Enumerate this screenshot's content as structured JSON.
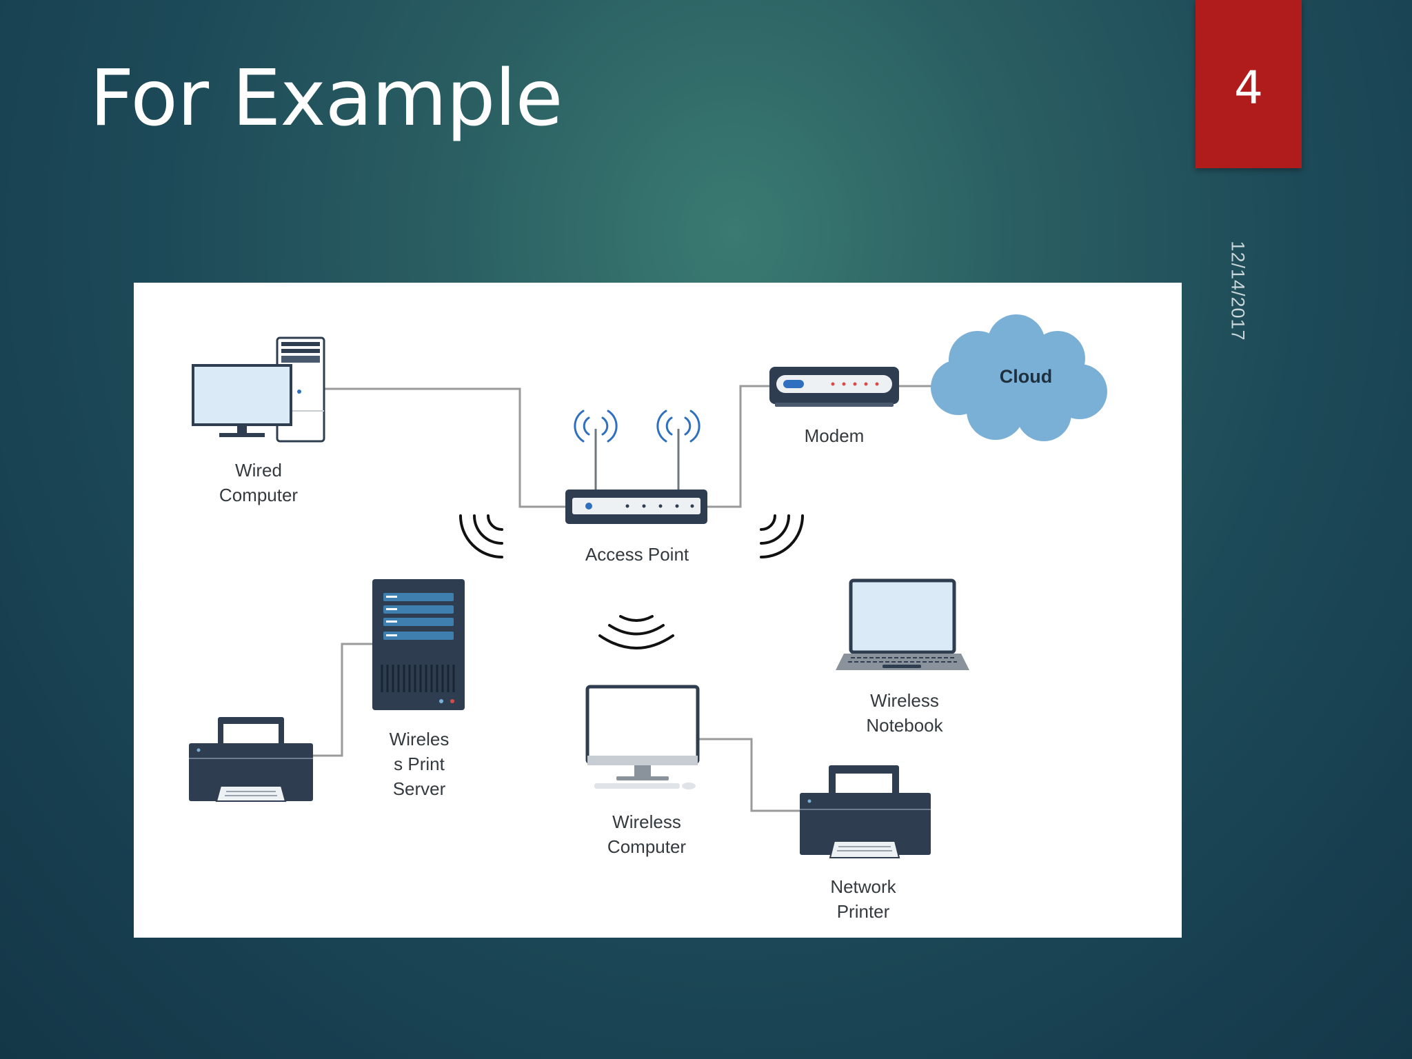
{
  "slide": {
    "title": "For Example",
    "number": "4",
    "date": "12/14/2017"
  },
  "colors": {
    "background": "#1d4a58",
    "number_badge": "#b01c1c",
    "device_dark": "#2f3d50",
    "device_blue": "#2e6fc0",
    "cloud": "#7ab0d6",
    "connector": "#999999"
  },
  "diagram": {
    "nodes": {
      "wired_computer": {
        "line1": "Wired",
        "line2": "Computer",
        "icon": "desktop-tower-icon"
      },
      "access_point": {
        "line1": "Access Point",
        "icon": "router-icon"
      },
      "modem": {
        "line1": "Modem",
        "icon": "modem-icon"
      },
      "cloud": {
        "line1": "Cloud",
        "icon": "cloud-icon"
      },
      "print_server": {
        "line1": "Wireles",
        "line2": "s Print",
        "line3": "Server",
        "icon": "server-icon"
      },
      "left_printer": {
        "icon": "printer-icon"
      },
      "wireless_computer": {
        "line1": "Wireless",
        "line2": "Computer",
        "icon": "monitor-icon"
      },
      "wireless_notebook": {
        "line1": "Wireless",
        "line2": "Notebook",
        "icon": "laptop-icon"
      },
      "network_printer": {
        "line1": "Network",
        "line2": "Printer",
        "icon": "printer-icon"
      }
    },
    "edges": [
      {
        "from": "wired_computer",
        "to": "access_point"
      },
      {
        "from": "access_point",
        "to": "modem"
      },
      {
        "from": "modem",
        "to": "cloud"
      },
      {
        "from": "left_printer",
        "to": "print_server"
      },
      {
        "from": "wireless_computer",
        "to": "network_printer"
      }
    ]
  }
}
